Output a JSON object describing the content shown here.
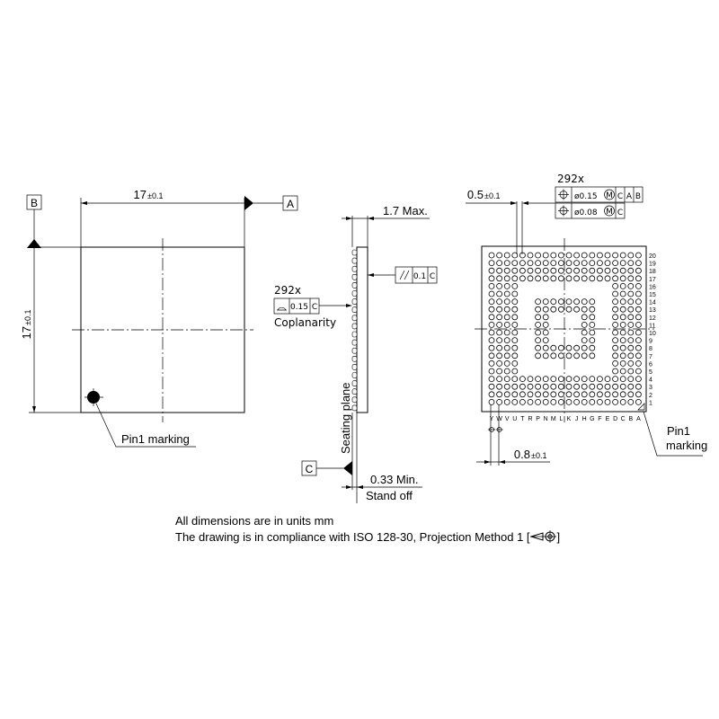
{
  "top_view": {
    "datum_b": "B",
    "datum_a": "A",
    "width_dim": "17",
    "width_tol": "±0.1",
    "height_dim": "17",
    "height_tol": "±0.1",
    "pin1_label": "Pin1 marking"
  },
  "side_view": {
    "thickness_label": "1.7 Max.",
    "count_label": "292x",
    "coplanarity_value": "0.15",
    "coplanarity_datum": "C",
    "coplanarity_label": "Coplanarity",
    "parallelism_value": "0.1",
    "parallelism_datum": "C",
    "seating_plane_label": "Seating plane",
    "datum_c": "C",
    "standoff_value": "0.33 Min.",
    "standoff_label": "Stand off"
  },
  "bottom_view": {
    "count_label": "292x",
    "fcf1_value": "ø0.15",
    "fcf1_modifier": "M",
    "fcf1_datums": [
      "C",
      "A",
      "B"
    ],
    "fcf2_value": "ø0.08",
    "fcf2_modifier": "M",
    "fcf2_datums": [
      "C"
    ],
    "ball_dia_dim": "0.5",
    "ball_dia_tol": "±0.1",
    "pitch_dim": "0.8",
    "pitch_tol": "±0.1",
    "row_labels": [
      "20",
      "19",
      "18",
      "17",
      "16",
      "15",
      "14",
      "13",
      "12",
      "11",
      "10",
      "9",
      "8",
      "7",
      "6",
      "5",
      "4",
      "3",
      "2",
      "1"
    ],
    "column_labels": [
      "Y",
      "W",
      "V",
      "U",
      "T",
      "R",
      "P",
      "N",
      "M",
      "L",
      "K",
      "J",
      "H",
      "G",
      "F",
      "E",
      "D",
      "C",
      "B",
      "A"
    ],
    "pin1_label_line1": "Pin1",
    "pin1_label_line2": "marking"
  },
  "notes": {
    "line1": "All dimensions are in units mm",
    "line2": "The drawing is in compliance with ISO 128-30, Projection Method 1 [",
    "line2_end": "]"
  }
}
